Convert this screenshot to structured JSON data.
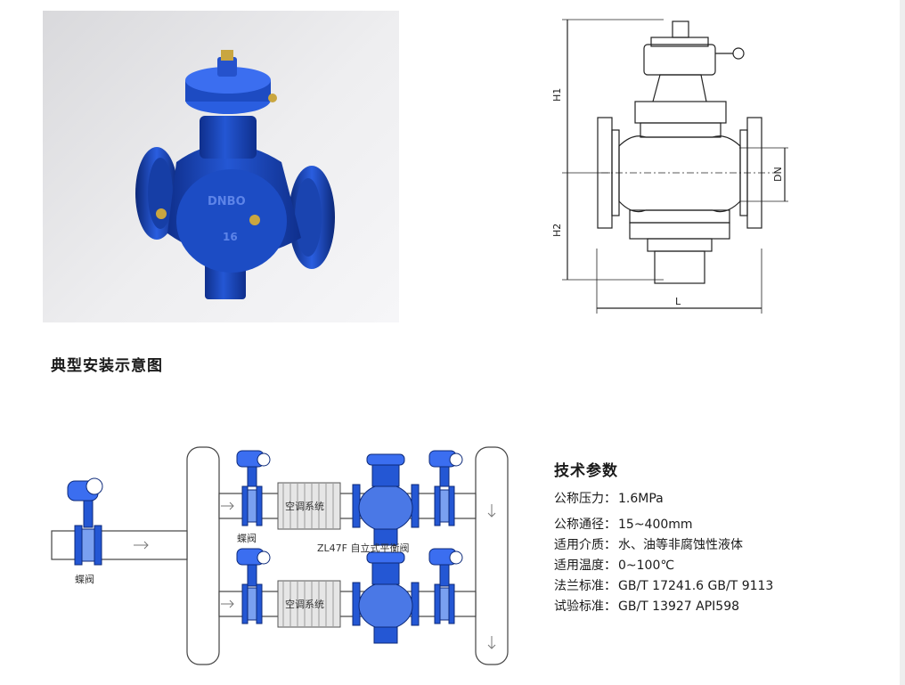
{
  "section_title": "典型安装示意图",
  "photo": {
    "body_marking": "DNBO",
    "size_marking": "16"
  },
  "drawing": {
    "h1_label": "H1",
    "h2_label": "H2",
    "dn_label": "DN",
    "l_label": "L"
  },
  "install": {
    "butterfly_label": "蝶阀",
    "ac_label": "空调系统",
    "valve_label": "ZL47F 自立式平衡阀"
  },
  "specs": {
    "title": "技术参数",
    "rows": [
      {
        "label": "公称压力：",
        "value": "1.6MPa"
      },
      {
        "label": "公称通径：",
        "value": "15~400mm"
      },
      {
        "label": "适用介质：",
        "value": "水、油等非腐蚀性液体"
      },
      {
        "label": "适用温度：",
        "value": "0~100℃"
      },
      {
        "label": "法兰标准：",
        "value": "GB/T 17241.6 GB/T 9113"
      },
      {
        "label": "试验标准：",
        "value": "GB/T 13927 API598"
      }
    ]
  },
  "colors": {
    "valve_blue": "#1c46b8",
    "valve_dark": "#0d2a7a",
    "drawing_line": "#222222"
  }
}
